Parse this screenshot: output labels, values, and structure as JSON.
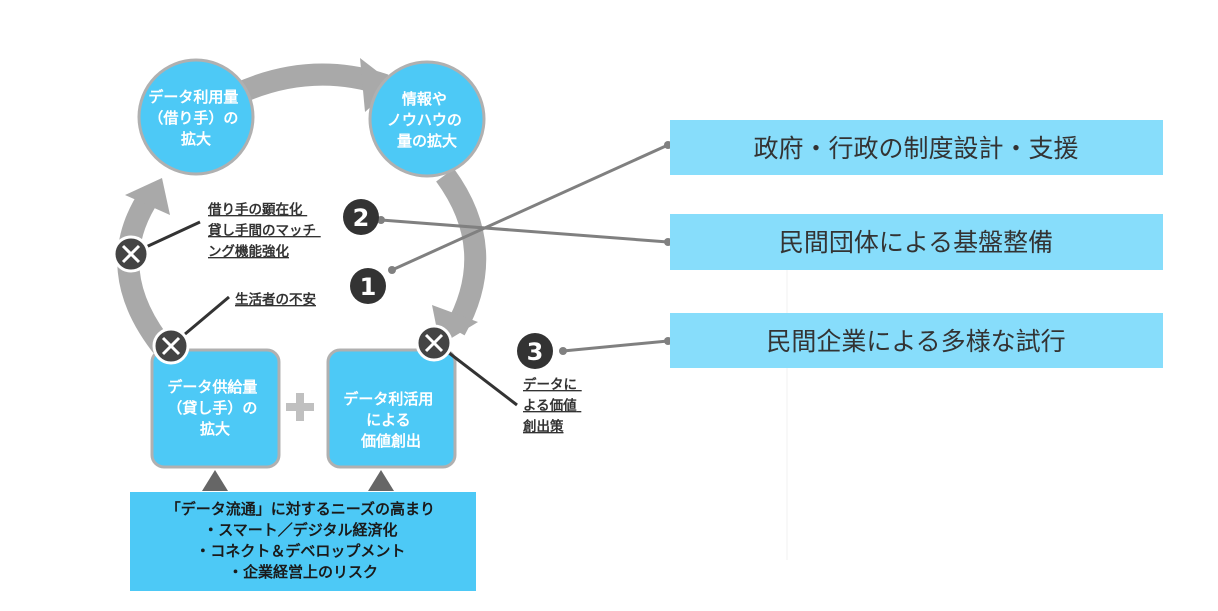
{
  "cycle": {
    "top_left_node": {
      "lines": [
        "データ利用量",
        "（借り手）の",
        "拡大"
      ]
    },
    "top_right_node": {
      "lines": [
        "情報や",
        "ノウハウの",
        "量の拡大"
      ]
    },
    "bottom_left_node": {
      "lines": [
        "データ供給量",
        "（貸し手）の",
        "拡大"
      ]
    },
    "bottom_right_node": {
      "lines": [
        "データ利活用",
        "による",
        "価値創出"
      ]
    }
  },
  "labels": {
    "matching": {
      "lines": [
        "借り手の顕在化",
        "貸し手間のマッチ",
        "ング機能強化"
      ]
    },
    "anxiety": {
      "lines": [
        "生活者の不安"
      ]
    },
    "value_policy": {
      "lines": [
        "データに",
        "よる価値",
        "創出策"
      ]
    }
  },
  "badges": [
    "1",
    "2",
    "3"
  ],
  "measures": {
    "gov": "政府・行政の制度設計・支援",
    "private_org": "民間団体による基盤整備",
    "private_company": "民間企業による多様な試行"
  },
  "needs": {
    "lines": [
      "「データ流通」に対するニーズの高まり",
      "・スマート／デジタル経済化",
      "・コネクト＆デベロップメント",
      "・企業経営上のリスク"
    ]
  },
  "colors": {
    "accent": "#4dc9f6",
    "accent_light": "#87ddfb",
    "gray": "#a9a9a9",
    "dark": "#333333"
  }
}
